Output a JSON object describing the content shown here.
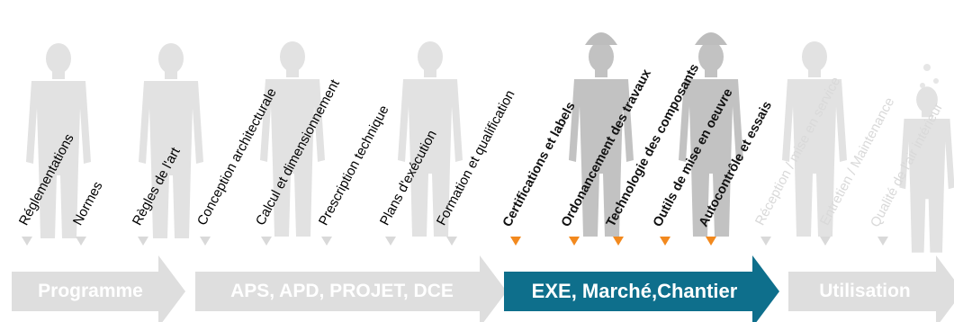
{
  "labels": [
    {
      "text": "Réglementations",
      "active": false
    },
    {
      "text": "Normes",
      "active": false
    },
    {
      "text": "Règles de l'art",
      "active": false
    },
    {
      "text": "Conception architecturale",
      "active": false
    },
    {
      "text": "Calcul et dimensionnement",
      "active": false
    },
    {
      "text": "Prescription technique",
      "active": false
    },
    {
      "text": "Plans d'exécution",
      "active": false
    },
    {
      "text": "Formation et qualification",
      "active": false
    },
    {
      "text": "Certifications et labels",
      "active": true
    },
    {
      "text": "Ordonancement des travaux",
      "active": true
    },
    {
      "text": "Technologie des composants",
      "active": true
    },
    {
      "text": "Outils de mise en oeuvre",
      "active": true
    },
    {
      "text": "Autocontrôle et essais",
      "active": true
    },
    {
      "text": "Réception / mise en service",
      "active": false
    },
    {
      "text": "Entretien / Maintenance",
      "active": false
    },
    {
      "text": "Qualité de l'air intérieur",
      "active": false
    }
  ],
  "phases": [
    {
      "label": "Programme",
      "active": false
    },
    {
      "label": "APS, APD, PROJET, DCE",
      "active": false
    },
    {
      "label": "EXE, Marché,Chantier",
      "active": true
    },
    {
      "label": "Utilisation",
      "active": false
    }
  ],
  "colors": {
    "inactive": "#d9d9d9",
    "silhouette": "#e0e0e0",
    "silhouette_active": "#bdbdbd",
    "accent": "#f2891e",
    "active_phase": "#0e6f8c"
  }
}
